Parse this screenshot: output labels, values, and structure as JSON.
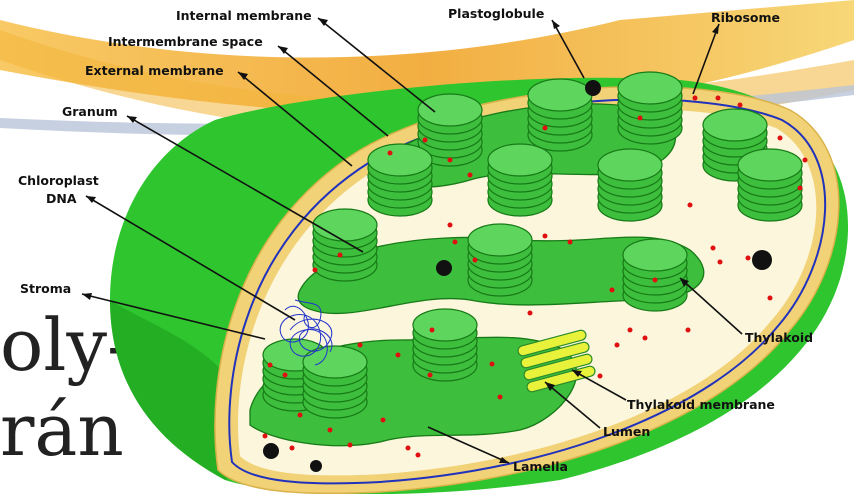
{
  "background_text": {
    "line1": "oly-",
    "line2": "rán"
  },
  "labels": {
    "internal_membrane": "Internal membrane",
    "intermembrane_space": "Intermembrane space",
    "external_membrane": "External membrane",
    "granum": "Granum",
    "chloroplast_dna_line1": "Chloroplast",
    "chloroplast_dna_line2": "DNA",
    "stroma": "Stroma",
    "plastoglobule": "Plastoglobule",
    "ribosome": "Ribosome",
    "thylakoid": "Thylakoid",
    "thylakoid_membrane": "Thylakoid membrane",
    "lumen": "Lumen",
    "lamella": "Lamella"
  },
  "colors": {
    "outer_green": "#2fc52f",
    "dark_green": "#1a9a1a",
    "membrane_yellow": "#f2d277",
    "stroma_cream": "#fbf6dc",
    "inner_blue": "#2233bb",
    "thylakoid_green": "#46c946",
    "thylakoid_light": "#5ed65e",
    "ribosome_red": "#e01010",
    "plastoglobule_black": "#111111",
    "lumen_yellow": "#e8f23a",
    "banner_orange": "#f0a020"
  }
}
